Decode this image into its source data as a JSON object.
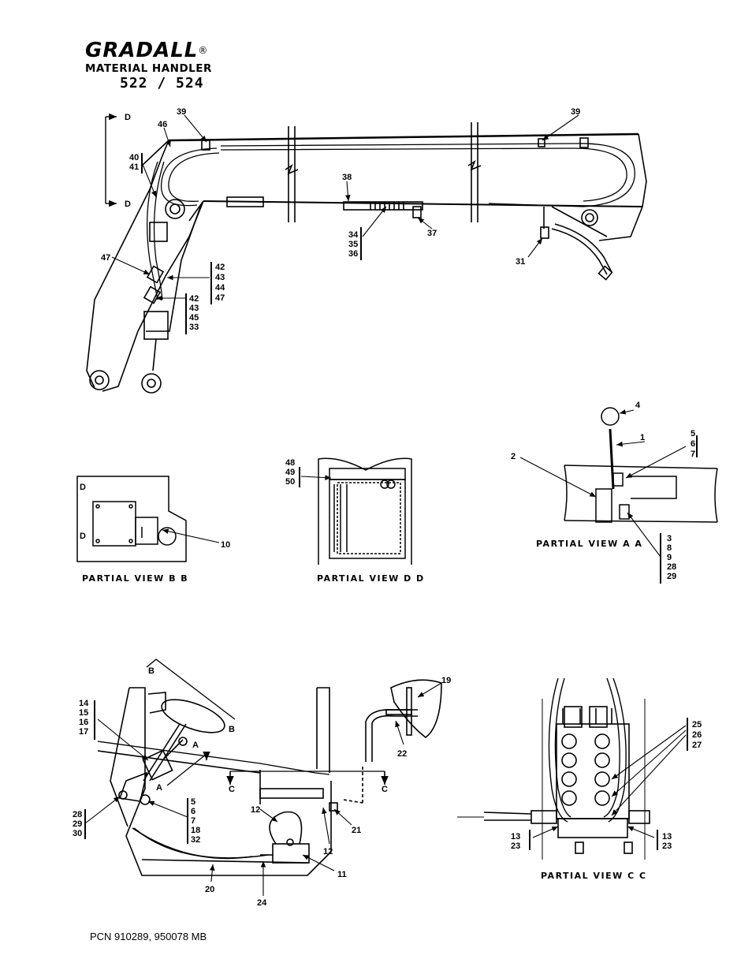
{
  "header": {
    "brand": "GRADALL",
    "registered": "®",
    "product": "MATERIAL HANDLER",
    "model": "522 / 524"
  },
  "views": {
    "bb": "PARTIAL VIEW B B",
    "dd": "PARTIAL VIEW D D",
    "aa": "PARTIAL VIEW A A",
    "cc": "PARTIAL VIEW C C"
  },
  "section_marks": {
    "d": "D",
    "b": "B",
    "a": "A",
    "c": "C"
  },
  "callouts": {
    "n1": "1",
    "n2": "2",
    "n3": "3",
    "n4": "4",
    "n5": "5",
    "n6": "6",
    "n7": "7",
    "n8": "8",
    "n9": "9",
    "n10": "10",
    "n11": "11",
    "n12": "12",
    "n13": "13",
    "n14": "14",
    "n15": "15",
    "n16": "16",
    "n17": "17",
    "n18": "18",
    "n19": "19",
    "n20": "20",
    "n21": "21",
    "n22": "22",
    "n23": "23",
    "n24": "24",
    "n25": "25",
    "n26": "26",
    "n27": "27",
    "n28": "28",
    "n29": "29",
    "n30": "30",
    "n31": "31",
    "n32": "32",
    "n33": "33",
    "n34": "34",
    "n35": "35",
    "n36": "36",
    "n37": "37",
    "n38": "38",
    "n39": "39",
    "n40": "40",
    "n41": "41",
    "n42": "42",
    "n43": "43",
    "n44": "44",
    "n45": "45",
    "n46": "46",
    "n47": "47",
    "n48": "48",
    "n49": "49",
    "n50": "50"
  },
  "footer": {
    "pcn": "PCN 910289, 950078 MB"
  }
}
